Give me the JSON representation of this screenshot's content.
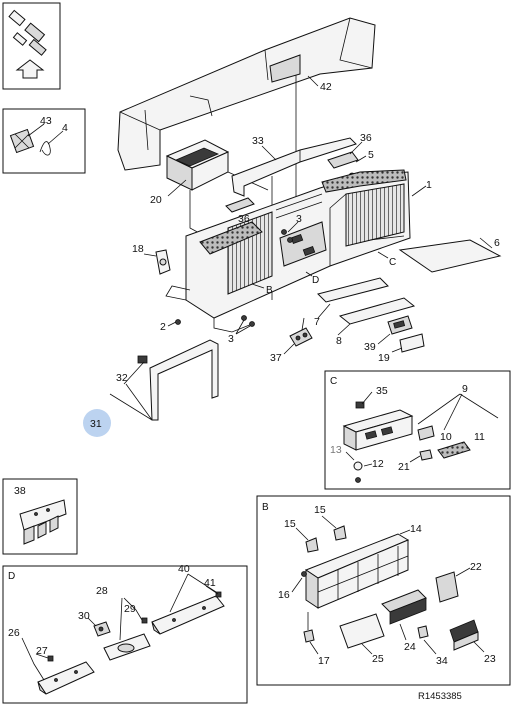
{
  "figure_ref": "R1453385",
  "callouts": {
    "c1": "1",
    "c2": "2",
    "c3a": "3",
    "c3b": "3",
    "c4": "4",
    "c5": "5",
    "c6": "6",
    "c7": "7",
    "c8": "8",
    "c9": "9",
    "c10": "10",
    "c11": "11",
    "c12": "12",
    "c13": "13",
    "c14": "14",
    "c15a": "15",
    "c15b": "15",
    "c16": "16",
    "c17": "17",
    "c18": "18",
    "c19": "19",
    "c20": "20",
    "c21": "21",
    "c22": "22",
    "c23": "23",
    "c24": "24",
    "c25": "25",
    "c26": "26",
    "c27": "27",
    "c28": "28",
    "c29": "29",
    "c30": "30",
    "c31": "31",
    "c32": "32",
    "c33": "33",
    "c34": "34",
    "c35": "35",
    "c36a": "36",
    "c36b": "36",
    "c37": "37",
    "c38": "38",
    "c39": "39",
    "c40": "40",
    "c41": "41",
    "c42": "42",
    "c43": "43"
  },
  "detail_letters": {
    "main_b": "B",
    "main_c": "C",
    "main_d": "D",
    "panel_b": "B",
    "panel_c": "C",
    "panel_d": "D"
  },
  "highlight_color": "#bcd3f0"
}
